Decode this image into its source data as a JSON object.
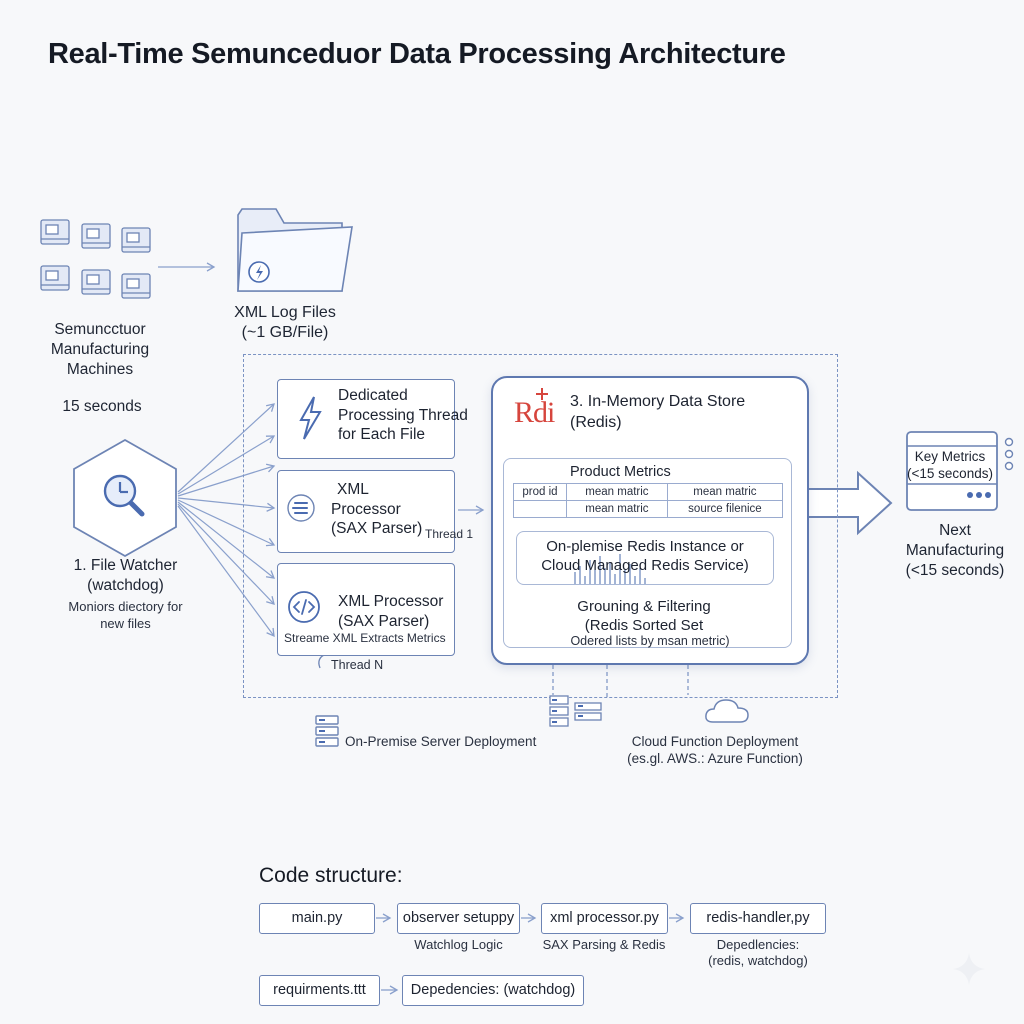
{
  "title": "Real-Time Semunceduor Data Processing Architecture",
  "machines": {
    "label_lines": [
      "Semuncctuor",
      "Manufacturing",
      "Machines"
    ],
    "interval": "15 seconds"
  },
  "xml_logs": {
    "label": "XML Log Files",
    "size": "(~1 GB/File)"
  },
  "file_watcher": {
    "label": "1. File Watcher",
    "sublabel": "(watchdog)",
    "desc_lines": [
      "Moniors diectory for",
      "new files"
    ]
  },
  "threads": {
    "dedicated": {
      "lines": [
        "Dedicated",
        "Processing Thread",
        "for Each File"
      ]
    },
    "processor1": {
      "lines": [
        "XML",
        "Processor",
        "(SAX Parser)"
      ],
      "thread_label": "Thread 1"
    },
    "processor_n": {
      "lines": [
        "XML Processor",
        "(SAX Parser)"
      ],
      "caption": "Streame XML Extracts Metrics",
      "thread_label": "Thread N"
    }
  },
  "redis": {
    "logo_text": "Rdi",
    "title": "3. In-Memory Data Store",
    "subtitle": "(Redis)",
    "metrics_title": "Product Metrics",
    "table": [
      [
        "prod id",
        "mean matric",
        "mean matric"
      ],
      [
        "",
        "mean matric",
        "source filenice"
      ]
    ],
    "instance_lines": [
      "On-plemise Redis Instance or",
      "Cloud Managed Redis Service)"
    ],
    "grouping_lines": [
      "Grouning & Filtering",
      "(Redis Sorted Set"
    ],
    "ordered": "Odered lists by msan metric)"
  },
  "output": {
    "key_metrics": "Key Metrics",
    "key_interval": "(<15 seconds)",
    "next_lines": [
      "Next",
      "Manufacturing",
      "(<15 seconds)"
    ]
  },
  "deployment": {
    "onprem": "On-Premise Server Deployment",
    "cloud": "Cloud Function Deployment",
    "cloud_sub": "(es.gl. AWS.: Azure Function)"
  },
  "code": {
    "heading": "Code structure:",
    "files": [
      {
        "name": "main.py",
        "sub": ""
      },
      {
        "name": "observer setuppy",
        "sub": "Watchlog Logic"
      },
      {
        "name": "xml processor.py",
        "sub": "SAX Parsing & Redis"
      },
      {
        "name": "redis-handler,py",
        "sub": "Depedlencies:"
      }
    ],
    "redis_handler_sub2": "(redis, watchdog)",
    "requirements": "requirments.ttt",
    "requirements_dep": "Depedencies: (watchdog)"
  },
  "icons": [
    "machine-icon",
    "folder-bolt-icon",
    "clock-search-icon",
    "lightning-icon",
    "list-icon",
    "code-icon",
    "redis-logo",
    "server-icon",
    "cloud-icon",
    "monitor-icon"
  ]
}
